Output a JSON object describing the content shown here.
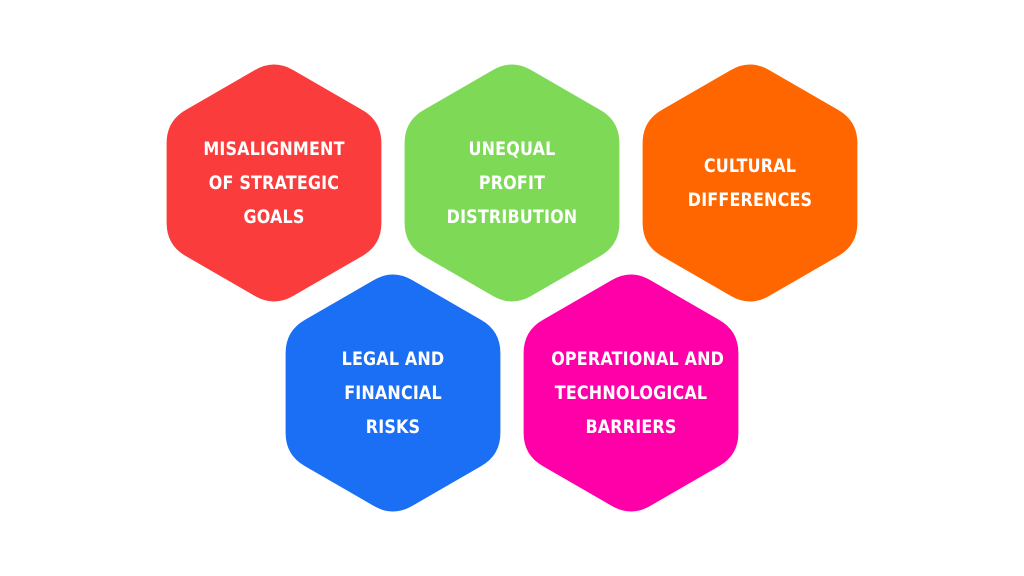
{
  "items": [
    {
      "lines": [
        "MISALIGNMENT",
        "OF STRATEGIC",
        "GOALS"
      ],
      "color": "#fa3c3c"
    },
    {
      "lines": [
        "UNEQUAL",
        "PROFIT",
        "DISTRIBUTION"
      ],
      "color": "#7ed957"
    },
    {
      "lines": [
        "CULTURAL",
        "DIFFERENCES"
      ],
      "color": "#ff6600"
    },
    {
      "lines": [
        "LEGAL AND",
        "FINANCIAL",
        "RISKS"
      ],
      "color": "#1a6ff5"
    },
    {
      "lines": [
        "OPERATIONAL AND",
        "TECHNOLOGICAL",
        "BARRIERS"
      ],
      "color": "#ff00a8"
    }
  ]
}
